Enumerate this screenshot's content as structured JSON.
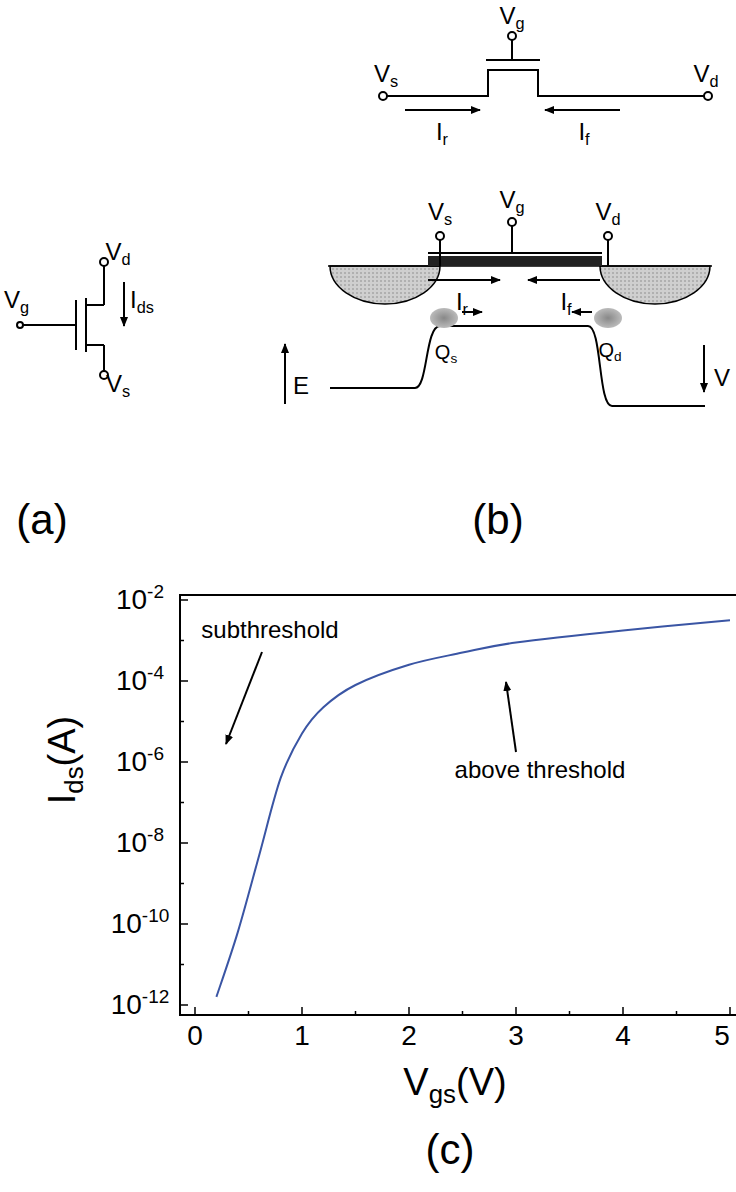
{
  "diagram": {
    "labels": [
      "Vg",
      "Vd",
      "Ids",
      "Vs",
      "(a)",
      "Vg",
      "Vs",
      "Vd",
      "Ir",
      "If",
      "Vs",
      "Vg",
      "Vd",
      "Ir",
      "If",
      "E",
      "Qs",
      "Qd",
      "V",
      "(b)",
      "10-2",
      "10-4",
      "10-6",
      "10-8",
      "10-10",
      "10-12",
      "0",
      "1",
      "2",
      "3",
      "4",
      "5",
      "Ids(A)",
      "Vgs(V)",
      "subthreshold",
      "above threshold",
      "(c)"
    ]
  }
}
